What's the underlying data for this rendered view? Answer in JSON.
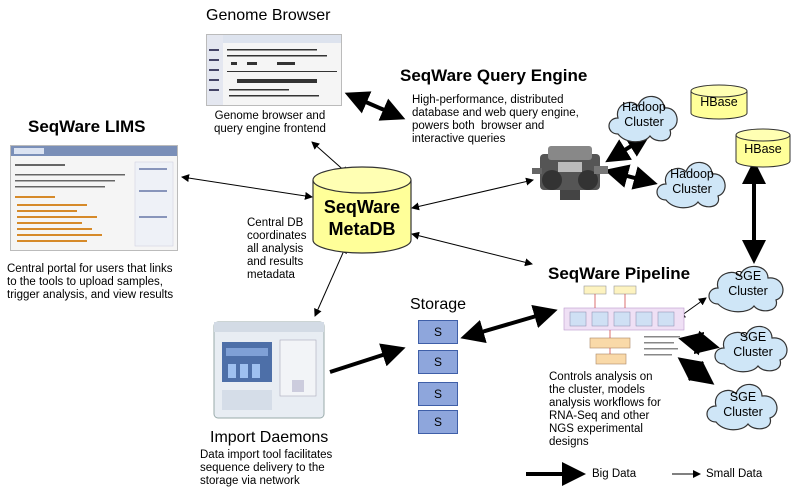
{
  "genome_browser": {
    "title": "Genome Browser",
    "caption": "Genome browser and\nquery engine frontend"
  },
  "query_engine": {
    "title": "SeqWare Query Engine",
    "caption": "High-performance, distributed\ndatabase and web query engine,\npowers both  browser and\ninteractive queries"
  },
  "lims": {
    "title": "SeqWare LIMS",
    "caption": "Central portal for users that links\nto the tools to upload samples,\ntrigger analysis, and view results"
  },
  "metadb": {
    "line1": "SeqWare",
    "line2": "MetaDB",
    "caption": "Central DB\ncoordinates\nall analysis\nand results\nmetadata"
  },
  "hadoop_clusters": [
    {
      "line1": "Hadoop",
      "line2": "Cluster"
    },
    {
      "line1": "Hadoop",
      "line2": "Cluster"
    }
  ],
  "hbase": [
    {
      "label": "HBase"
    },
    {
      "label": "HBase"
    }
  ],
  "pipeline": {
    "title": "SeqWare Pipeline",
    "caption": "Controls analysis on\nthe cluster, models\nanalysis workflows for\nRNA-Seq and other\nNGS experimental\ndesigns"
  },
  "sge_clusters": [
    {
      "line1": "SGE",
      "line2": "Cluster"
    },
    {
      "line1": "SGE",
      "line2": "Cluster"
    },
    {
      "line1": "SGE",
      "line2": "Cluster"
    }
  ],
  "storage": {
    "title": "Storage",
    "boxes": [
      "S",
      "S",
      "S",
      "S"
    ]
  },
  "import": {
    "title": "Import Daemons",
    "caption": "Data import tool facilitates\nsequence delivery to the\nstorage via network"
  },
  "legend": {
    "big": "Big Data",
    "small": "Small Data"
  },
  "colors": {
    "db_fill": "#ffff99",
    "cloud_fill": "#cfe6f7",
    "storage_fill": "#8ea6dc"
  }
}
